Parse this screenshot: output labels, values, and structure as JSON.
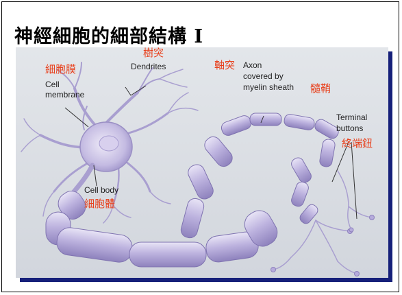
{
  "slide": {
    "title": "神經細胞的細部結構 I"
  },
  "labels": {
    "dendrites_zh": "樹突",
    "dendrites_en": "Dendrites",
    "membrane_zh": "細胞膜",
    "membrane_en_1": "Cell",
    "membrane_en_2": "membrane",
    "axon_zh": "軸突",
    "axon_en_1": "Axon",
    "axon_en_2": "covered by",
    "axon_en_3": "myelin sheath",
    "myelin_zh": "髓鞘",
    "terminal_en_1": "Terminal",
    "terminal_en_2": "buttons",
    "terminal_zh": "終端鈕",
    "cellbody_en": "Cell body",
    "cellbody_zh": "細胞體"
  },
  "colors": {
    "diagram_background": "#d9dde3",
    "myelin_fill": "#b7aed9",
    "label_chinese": "#e8401c",
    "frame_shadow": "#16207a"
  }
}
